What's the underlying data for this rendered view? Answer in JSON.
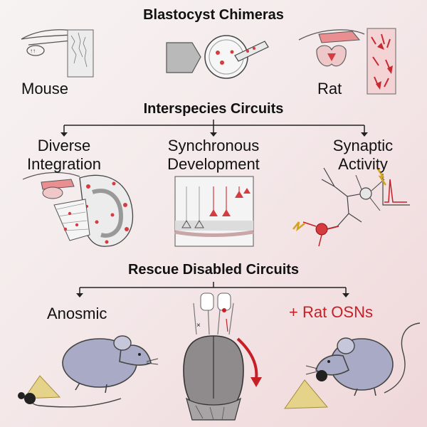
{
  "top": {
    "title": "Blastocyst Chimeras",
    "left_label": "Mouse",
    "right_label": "Rat"
  },
  "middle": {
    "title": "Interspecies Circuits",
    "col1": {
      "line1": "Diverse",
      "line2": "Integration"
    },
    "col2": {
      "line1": "Synchronous",
      "line2": "Development"
    },
    "col3": {
      "line1": "Synaptic",
      "line2": "Activity"
    }
  },
  "bottom": {
    "title": "Rescue Disabled Circuits",
    "left_label": "Anosmic",
    "right_label": "+ Rat OSNs"
  },
  "colors": {
    "accent_red": "#c61f26",
    "mouse_gray": "#a9abc6",
    "brain_gray": "#8f8a8b",
    "cheese": "#e6d38a"
  }
}
